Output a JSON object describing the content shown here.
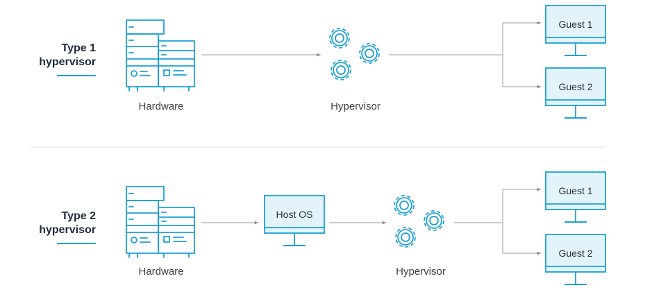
{
  "rows": [
    {
      "title_line1": "Type 1",
      "title_line2": "hypervisor",
      "hardware_label": "Hardware",
      "hypervisor_label": "Hypervisor",
      "guest1_label": "Guest 1",
      "guest2_label": "Guest 2"
    },
    {
      "title_line1": "Type 2",
      "title_line2": "hypervisor",
      "hardware_label": "Hardware",
      "host_os_label": "Host OS",
      "hypervisor_label": "Hypervisor",
      "guest1_label": "Guest 1",
      "guest2_label": "Guest 2"
    }
  ],
  "colors": {
    "accent": "#1aa1d8",
    "monitor_fill": "#e3f3fb",
    "connector": "#9a9a9a",
    "divider": "#dcdcdc",
    "title_text": "#1f2a3a",
    "caption_text": "#3d3d3d"
  },
  "icons": {
    "hardware": "server-rack-icon",
    "hypervisor": "gears-icon",
    "monitor": "monitor-icon"
  }
}
